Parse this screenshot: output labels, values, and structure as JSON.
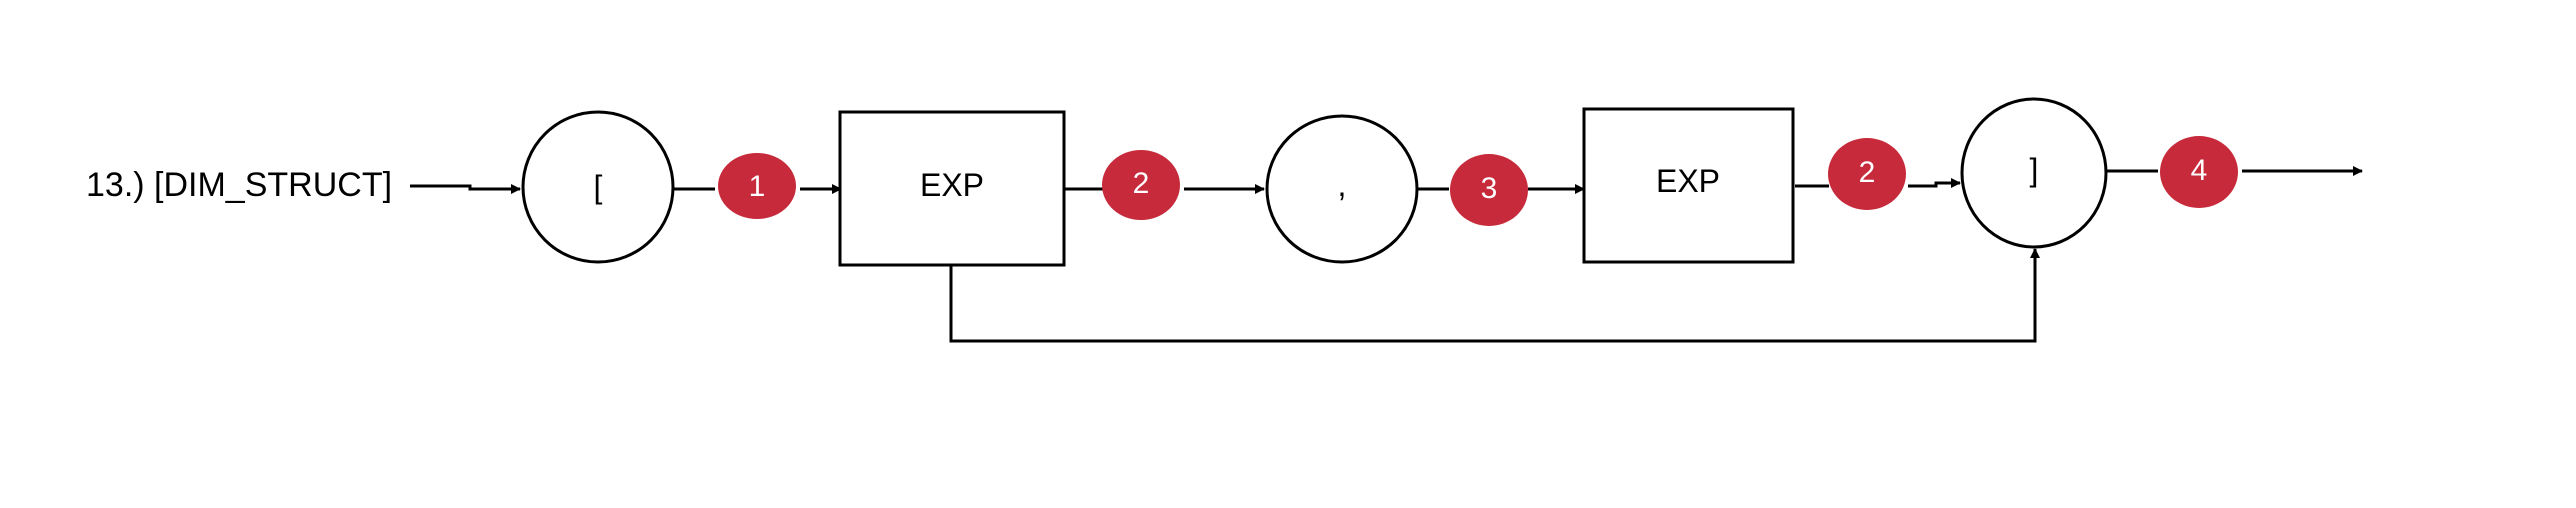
{
  "diagram": {
    "title": "13.) [DIM_STRUCT]",
    "nodes": {
      "open_bracket": "[",
      "exp_1": "EXP",
      "comma": ",",
      "exp_2": "EXP",
      "close_bracket": "]"
    },
    "markers": {
      "m1": "1",
      "m2a": "2",
      "m3": "3",
      "m2b": "2",
      "m4": "4"
    },
    "colors": {
      "marker_fill": "#c62a3b",
      "stroke": "#000000",
      "background": "#ffffff"
    }
  }
}
